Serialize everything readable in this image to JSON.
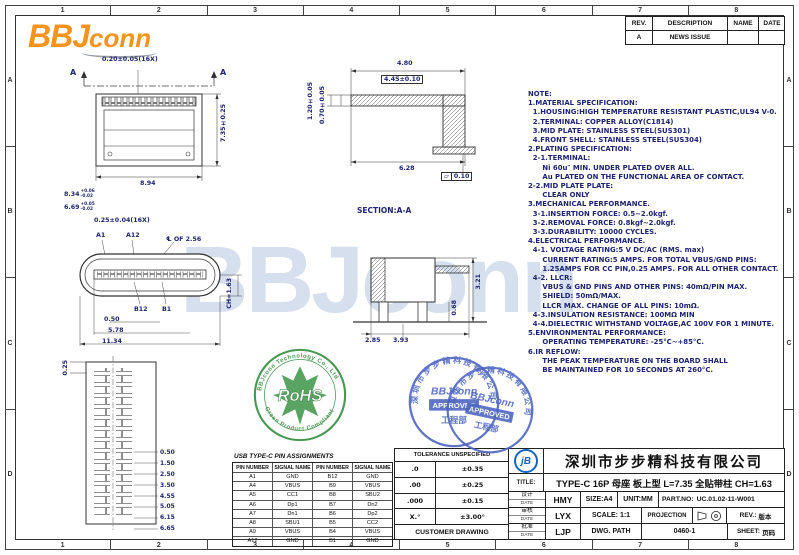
{
  "watermark": "BBJconn",
  "logo": {
    "bbj": "BBJ",
    "conn": "conn"
  },
  "grid": {
    "cols": [
      "1",
      "2",
      "3",
      "4",
      "5",
      "6",
      "7",
      "8"
    ],
    "rows": [
      "A",
      "B",
      "C",
      "D"
    ]
  },
  "rev_table": {
    "headers": [
      "REV.",
      "DESCRIPTION",
      "NAME",
      "DATE"
    ],
    "row": [
      "A",
      "NEWS ISSUE",
      "",
      ""
    ]
  },
  "notes": {
    "lines": [
      "NOTE:",
      "1.MATERIAL SPECIFICATION:",
      "  1.HOUSING:HIGH TEMPERATURE RESISTANT PLASTIC,UL94 V-0.",
      "  2.TERMINAL: COPPER ALLOY(C1814)",
      "  3.MID PLATE: STAINLESS STEEL(SUS301)",
      "  4.FRONT SHELL: STAINLESS STEEL(SUS304)",
      "2.PLATING SPECIFICATION:",
      "  2-1.TERMINAL:",
      "      Ni 60u″ MIN. UNDER PLATED OVER ALL.",
      "      Au PLATED ON THE FUNCTIONAL AREA OF CONTACT.",
      "2-2.MID PLATE PLATE:",
      "      CLEAR ONLY",
      "3.MECHANICAL PERFORMANCE.",
      "  3-1.INSERTION FORCE: 0.5~2.0kgf.",
      "  3-2.REMOVAL FORCE: 0.8kgf~2.0kgf.",
      "  3-3.DURABILITY: 10000 CYCLES.",
      "4.ELECTRICAL PERFORMANCE.",
      "  4-1. VOLTAGE RATING:5 V DC/AC (RMS. max)",
      "      CURRENT RATING:5 AMPS. FOR TOTAL VBUS/GND PINS:",
      "      1.25AMPS FOR CC PIN,0.25 AMPS. FOR ALL OTHER CONTACT.",
      "  4-2. LLCR:",
      "      VBUS & GND PINS AND OTHER PINS: 40mΩ/PIN MAX.",
      "      SHIELD: 50mΩ/MAX.",
      "      LLCR MAX. CHANGE OF ALL PINS: 10mΩ.",
      "  4-3.INSULATION RESISTANCE: 100MΩ MIN",
      "  4-4.DIELECTRIC WITHSTAND VOLTAGE,AC 100V FOR 1 MINUTE.",
      "5.ENVIRONMENTAL PERFORMANCE:",
      "      OPERATING TEMPERATURE: -25°C~+85°C.",
      "6.IR REFLOW:",
      "      THE PEAK TEMPERATURE ON THE BOARD SHALL",
      "      BE MAINTAINED FOR 10 SECONDS AT 260°C."
    ]
  },
  "views": {
    "top_view": {
      "dim_pitch": "0.20±0.05(16X)",
      "section_letter": "A",
      "dim_height": "7.35±0.25",
      "dim_width": "8.94"
    },
    "section_view": {
      "dim_overall": "4.80",
      "dim_boxed": "4.45±0.10",
      "dim_v1": "1.20±0.05",
      "dim_v2": "0.70±0.05",
      "dim_bottom": "6.28",
      "flatness_symbol": "▱",
      "flatness_value": "0.10",
      "label": "SECTION:A-A"
    },
    "face_view": {
      "dim_outer": "8.34",
      "dim_outer_plus": "+0.06",
      "dim_outer_minus": "-0.02",
      "dim_inner": "6.69",
      "dim_inner_plus": "+0.05",
      "dim_inner_minus": "-0.02",
      "dim_pad": "0.25±0.04(16X)",
      "pin_first": "A1",
      "pin_last": "A12",
      "centerline": "℄ OF 2.56",
      "pin_b12": "B12",
      "pin_b1": "B1",
      "dim_a": "0.50",
      "dim_b": "5.78",
      "dim_c": "11.34",
      "dim_ch": "CH=1.63"
    },
    "side_view": {
      "dim_height": "3.21",
      "dim_l1": "2.85",
      "dim_l2": "3.93",
      "dim_leg": "0.68"
    },
    "footprint_view": {
      "dim_top": "0.25",
      "ladder": [
        "0.50",
        "1.50",
        "2.50",
        "3.50",
        "4.55",
        "5.05",
        "6.15",
        "6.65"
      ]
    }
  },
  "pin_table": {
    "title": "USB TYPE-C PIN ASSIGNMENTS",
    "headers": [
      "PIN NUMBER",
      "SIGNAL NAME",
      "PIN NUMBER",
      "SIGNAL NAME"
    ],
    "rows": [
      [
        "A1",
        "GND",
        "B12",
        "GND"
      ],
      [
        "A4",
        "VBUS",
        "B9",
        "VBUS"
      ],
      [
        "A5",
        "CC1",
        "B8",
        "SBU2"
      ],
      [
        "A6",
        "Dp1",
        "B7",
        "Dn2"
      ],
      [
        "A7",
        "Dn1",
        "B6",
        "Dp2"
      ],
      [
        "A8",
        "SBU1",
        "B5",
        "CC2"
      ],
      [
        "A9",
        "VBUS",
        "B4",
        "VBUS"
      ],
      [
        "A12",
        "GND",
        "B1",
        "GND"
      ]
    ]
  },
  "tolerance_table": {
    "title": "TOLERANCE UNSPECIFIED",
    "rows": [
      [
        ".0",
        "±0.35"
      ],
      [
        ".00",
        "±0.25"
      ],
      [
        ".000",
        "±0.15"
      ],
      [
        "X.°",
        "±3.00°"
      ]
    ],
    "footer": "CUSTOMER DRAWING"
  },
  "title_block": {
    "logo": "jB",
    "company": "深圳市步步精科技有限公司",
    "title_label": "TITLE:",
    "title": "TYPE-C 16P 母座 板上型 L=7.35 全贴带柱 CH=1.63",
    "date_label": "DATE",
    "design_label": "设计",
    "checked_label": "审核",
    "approved_label": "批准",
    "designer": "HMY",
    "checker": "LYX",
    "approver": "LJP",
    "size": "SIZE:A4",
    "unit": "UNIT:MM",
    "part_label": "PART.NO:",
    "part_no": "UC.01.02-11-W001",
    "scale": "SCALE: 1:1",
    "projection_label": "PROJECTION",
    "dwg_path_label": "DWG. PATH",
    "dwg_no": "0460-1",
    "rev_label": "REV.:",
    "rev_value": "版本",
    "sheet_label": "SHEET:",
    "sheet_value": "页码"
  },
  "stamps": {
    "rohs": {
      "arc_top": "BBJconn Technology Co., Ltd",
      "center": "RoHS",
      "arc_bottom": "Green Product Compliant"
    },
    "approved": {
      "arc": "深圳市步步精科技有限公司",
      "brand": "BBJconn",
      "label": "APPROVED",
      "dept": "工程部"
    }
  }
}
